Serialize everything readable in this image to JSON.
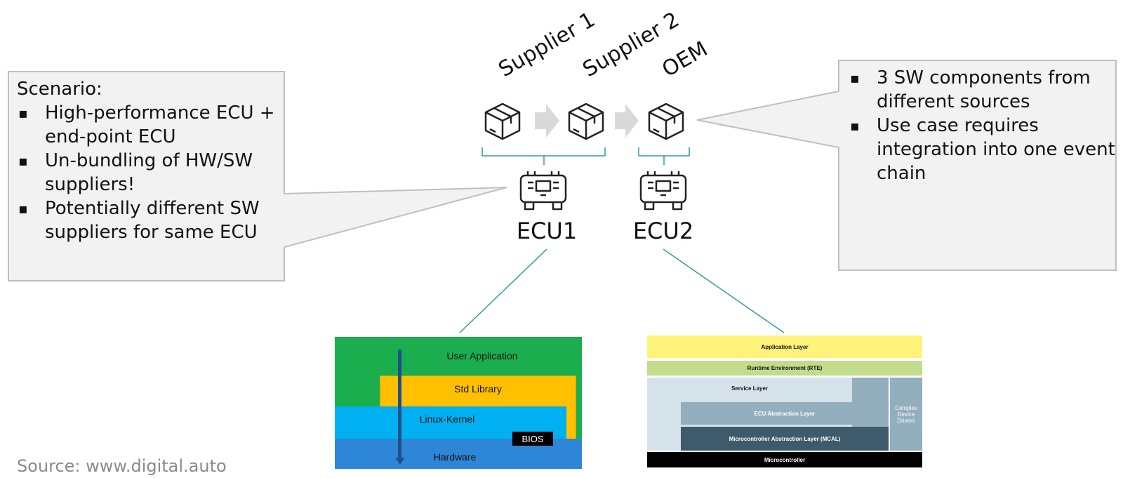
{
  "left_callout": {
    "heading": "Scenario:",
    "items": [
      "High-performance ECU + end-point ECU",
      "Un-bundling of HW/SW suppliers!",
      "Potentially different SW suppliers for same ECU"
    ]
  },
  "right_callout": {
    "items": [
      "3 SW components from different sources",
      "Use case requires integration into one event chain"
    ]
  },
  "sources": [
    "Supplier 1",
    "Supplier 2",
    "OEM"
  ],
  "ecus": [
    "ECU1",
    "ECU2"
  ],
  "linux_stack": {
    "user_application": "User Application",
    "std_library": "Std Library",
    "linux_kernel": "Linux-Kernel",
    "bios": "BIOS",
    "hardware": "Hardware"
  },
  "autosar_stack": {
    "application_layer": "Application Layer",
    "rte": "Runtime Environment (RTE)",
    "service_layer": "Service Layer",
    "ecu_abstraction": "ECU Abstraction Layer",
    "mcal": "Microcontroller Abstraction Layer (MCAL)",
    "complex_drivers": "Complex Device Drivers",
    "microcontroller": "Microcontroller"
  },
  "source_note": "Source: www.digital.auto",
  "colors": {
    "callout_fill": "#f2f2f2",
    "callout_border": "#bfbfbf",
    "connector": "#2e9aa5",
    "arrow": "#d9d9d9",
    "linux_green": "#1aae4e",
    "linux_yellow": "#ffc000",
    "linux_cyan": "#00b0f0",
    "linux_blue": "#2e86d8",
    "as_yellow": "#fff37a",
    "as_green": "#c3dc8c",
    "as_light": "#d6e2ea",
    "as_mid": "#93aebd",
    "as_dark": "#3f5b6b"
  }
}
